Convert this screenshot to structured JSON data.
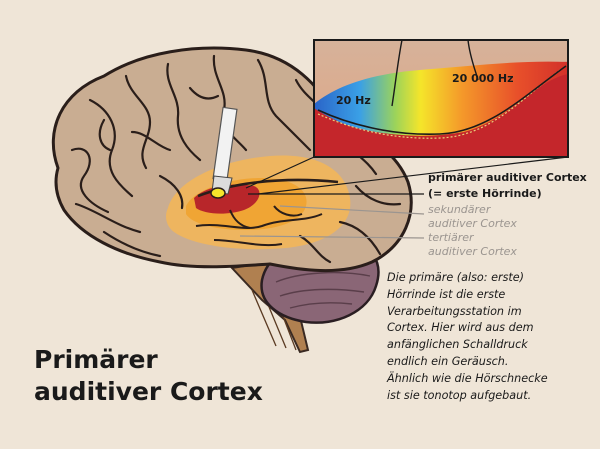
{
  "title": {
    "line1": "Primärer",
    "line2": "auditiver Cortex"
  },
  "labels": {
    "primary_line1": "primärer auditiver Cortex",
    "primary_line2": "(= erste Hörrinde)",
    "secondary_line1": "sekundärer",
    "secondary_line2": "auditiver Cortex",
    "tertiary_line1": "tertiärer",
    "tertiary_line2": "auditiver Cortex"
  },
  "inset": {
    "low_freq": "20 Hz",
    "high_freq": "20 000 Hz"
  },
  "description": [
    "Die primäre (also: erste)",
    "Hörrinde ist die erste",
    "Verarbeitungsstation im",
    "Cortex. Hier wird aus dem",
    "anfänglichen Schalldruck",
    "endlich ein Geräusch.",
    "Ähnlich wie die Hörschnecke",
    "ist sie tonotop aufgebaut."
  ],
  "colors": {
    "background": "#efe5d7",
    "brain": "#c9ad92",
    "cerebellum": "#8a6676",
    "brainstem": "#b08050",
    "primary": "#b8262a",
    "secondary": "#f0a534",
    "tertiary": "#f2b65a",
    "inset_red": "#c4262b"
  }
}
